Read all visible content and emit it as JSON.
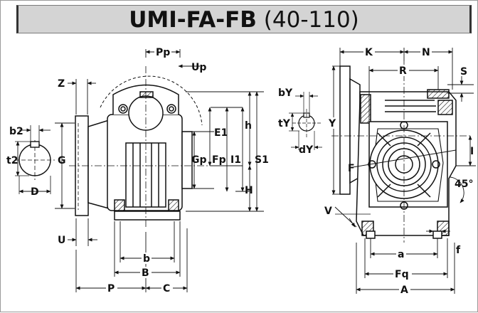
{
  "title": {
    "main": "UMI-FA-FB",
    "range": "(40-110)"
  },
  "labels": {
    "Pp": "Pp",
    "Up": "Up",
    "Z": "Z",
    "b2": "b2",
    "t2": "t2",
    "G": "G",
    "D": "D",
    "U": "U",
    "E1": "E1",
    "h": "h",
    "Gp": "Gp",
    "Fp": "Fp",
    "I1": "I1",
    "S1": "S1",
    "H": "H",
    "b": "b",
    "B": "B",
    "P": "P",
    "C": "C",
    "bY": "bY",
    "tY": "tY",
    "dY": "dY",
    "K": "K",
    "N": "N",
    "R": "R",
    "S": "S",
    "Y": "Y",
    "I": "I",
    "F": "F",
    "angle": "45°",
    "V": "V",
    "a": "a",
    "f": "f",
    "Fq": "Fq",
    "A": "A"
  }
}
